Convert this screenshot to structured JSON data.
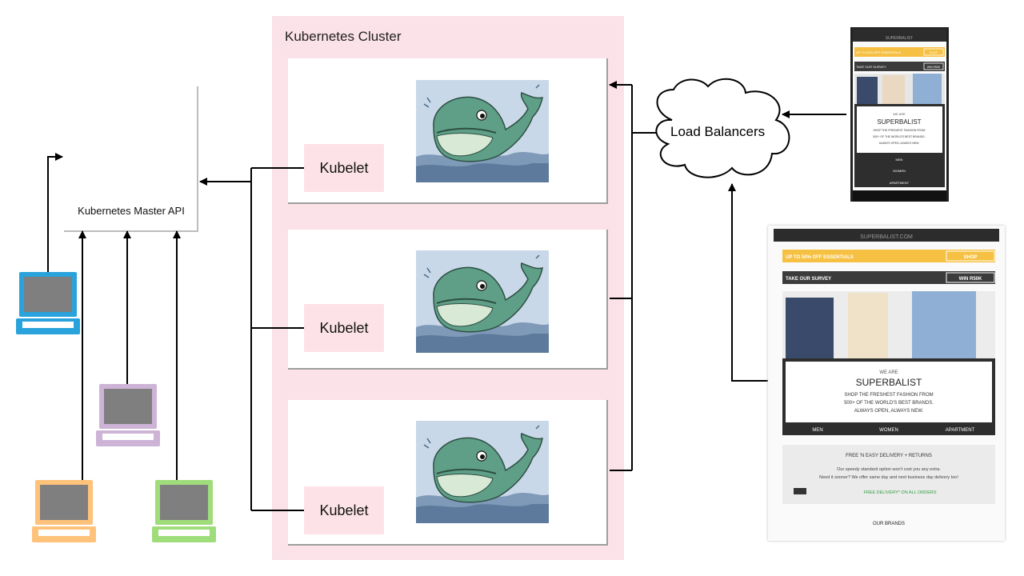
{
  "cluster": {
    "title": "Kubernetes Cluster"
  },
  "nodes": [
    {
      "kubelet_label": "Kubelet"
    },
    {
      "kubelet_label": "Kubelet"
    },
    {
      "kubelet_label": "Kubelet"
    }
  ],
  "master": {
    "label": "Kubernetes Master API"
  },
  "load_balancer": {
    "label": "Load Balancers"
  },
  "clients": {
    "laptop_colors": [
      "#2aa3dc",
      "#cdb3d6",
      "#ffc27a",
      "#9fdc7a"
    ]
  },
  "phone": {
    "brand": "SUPERBALIST",
    "promo": "UP TO 50% OFF ESSENTIALS",
    "shop_button": "SHOP",
    "survey": "TAKE OUR SURVEY",
    "survey_button": "WIN R50K",
    "we_are": "WE ARE",
    "headline": "SUPERBALIST",
    "tagline_1": "SHOP THE FRESHEST FASHION FROM",
    "tagline_2": "500+ OF THE WORLD'S BEST BRANDS.",
    "tagline_3": "ALWAYS OPEN, ALWAYS NEW.",
    "menu": [
      "MEN",
      "WOMEN",
      "APARTMENT"
    ]
  },
  "tablet": {
    "brand": "SUPERBALIST.COM",
    "promo": "UP TO 50% OFF ESSENTIALS",
    "shop_button": "SHOP",
    "survey": "TAKE OUR SURVEY",
    "survey_button": "WIN R50K",
    "we_are": "WE ARE",
    "headline": "SUPERBALIST",
    "tagline_1": "SHOP THE FRESHEST FASHION FROM",
    "tagline_2": "500+ OF THE WORLD'S BEST BRANDS.",
    "tagline_3": "ALWAYS OPEN, ALWAYS NEW.",
    "menu": [
      "MEN",
      "WOMEN",
      "APARTMENT"
    ],
    "delivery_title": "FREE 'N EASY DELIVERY + RETURNS",
    "delivery_line_1": "Our speedy standard option won't cost you any extra.",
    "delivery_line_2": "Need it sooner? We offer same day and next business day delivery too!",
    "free_delivery": "FREE DELIVERY* ON ALL ORDERS",
    "our_brands": "OUR BRANDS"
  }
}
